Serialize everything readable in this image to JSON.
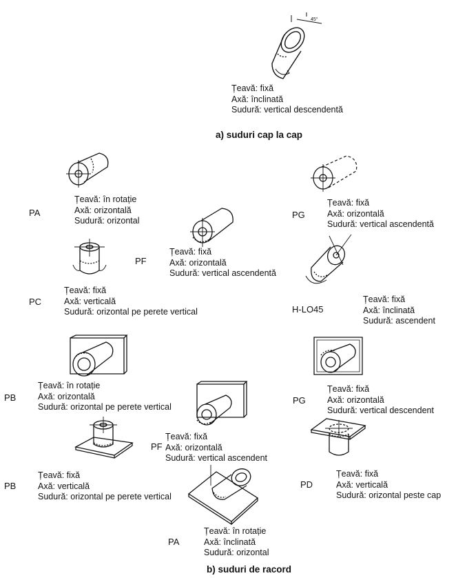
{
  "sections": {
    "a_title": "a) suduri cap la cap",
    "b_title": "b) suduri de racord"
  },
  "angle_mark": "45°",
  "labels": {
    "top": {
      "l1": "Țeavă: fixă",
      "l2": "Axă: înclinată",
      "l3": "Sudură: vertical descendentă"
    },
    "pa1": {
      "code": "PA",
      "l1": "Țeavă: în rotație",
      "l2": "Axă: orizontală",
      "l3": "Sudură: orizontal"
    },
    "pg1": {
      "code": "PG",
      "l1": "Țeavă: fixă",
      "l2": "Axă: orizontală",
      "l3": "Sudură: vertical ascendentă"
    },
    "pf1": {
      "code": "PF",
      "l1": "Țeavă: fixă",
      "l2": "Axă: orizontală",
      "l3": "Sudură: vertical ascendentă"
    },
    "pc": {
      "code": "PC",
      "l1": "Țeavă: fixă",
      "l2": "Axă: verticală",
      "l3": "Sudură: orizontal pe perete vertical"
    },
    "hlo45": {
      "code": "H-LO45",
      "l1": "Țeavă: fixă",
      "l2": "Axă: înclinată",
      "l3": "Sudură: ascendent"
    },
    "pb1": {
      "code": "PB",
      "l1": "Țeavă: în rotație",
      "l2": "Axă: orizontală",
      "l3": "Sudură: orizontal pe perete vertical"
    },
    "pg2": {
      "code": "PG",
      "l1": "Țeavă: fixă",
      "l2": "Axă: orizontală",
      "l3": "Sudură: vertical descendent"
    },
    "pf2": {
      "code": "PF",
      "l1": "Țeavă: fixă",
      "l2": "Axă: orizontală",
      "l3": "Sudură: vertical  ascendent"
    },
    "pb2": {
      "code": "PB",
      "l1": "Țeavă: fixă",
      "l2": "Axă: verticală",
      "l3": "Sudură: orizontal pe perete vertical"
    },
    "pd": {
      "code": "PD",
      "l1": "Țeavă: fixă",
      "l2": "Axă: verticală",
      "l3": "Sudură: orizontal peste cap"
    },
    "pa2": {
      "code": "PA",
      "l1": "Țeavă: în rotație",
      "l2": "Axă: înclinată",
      "l3": "Sudură: orizontal"
    }
  }
}
